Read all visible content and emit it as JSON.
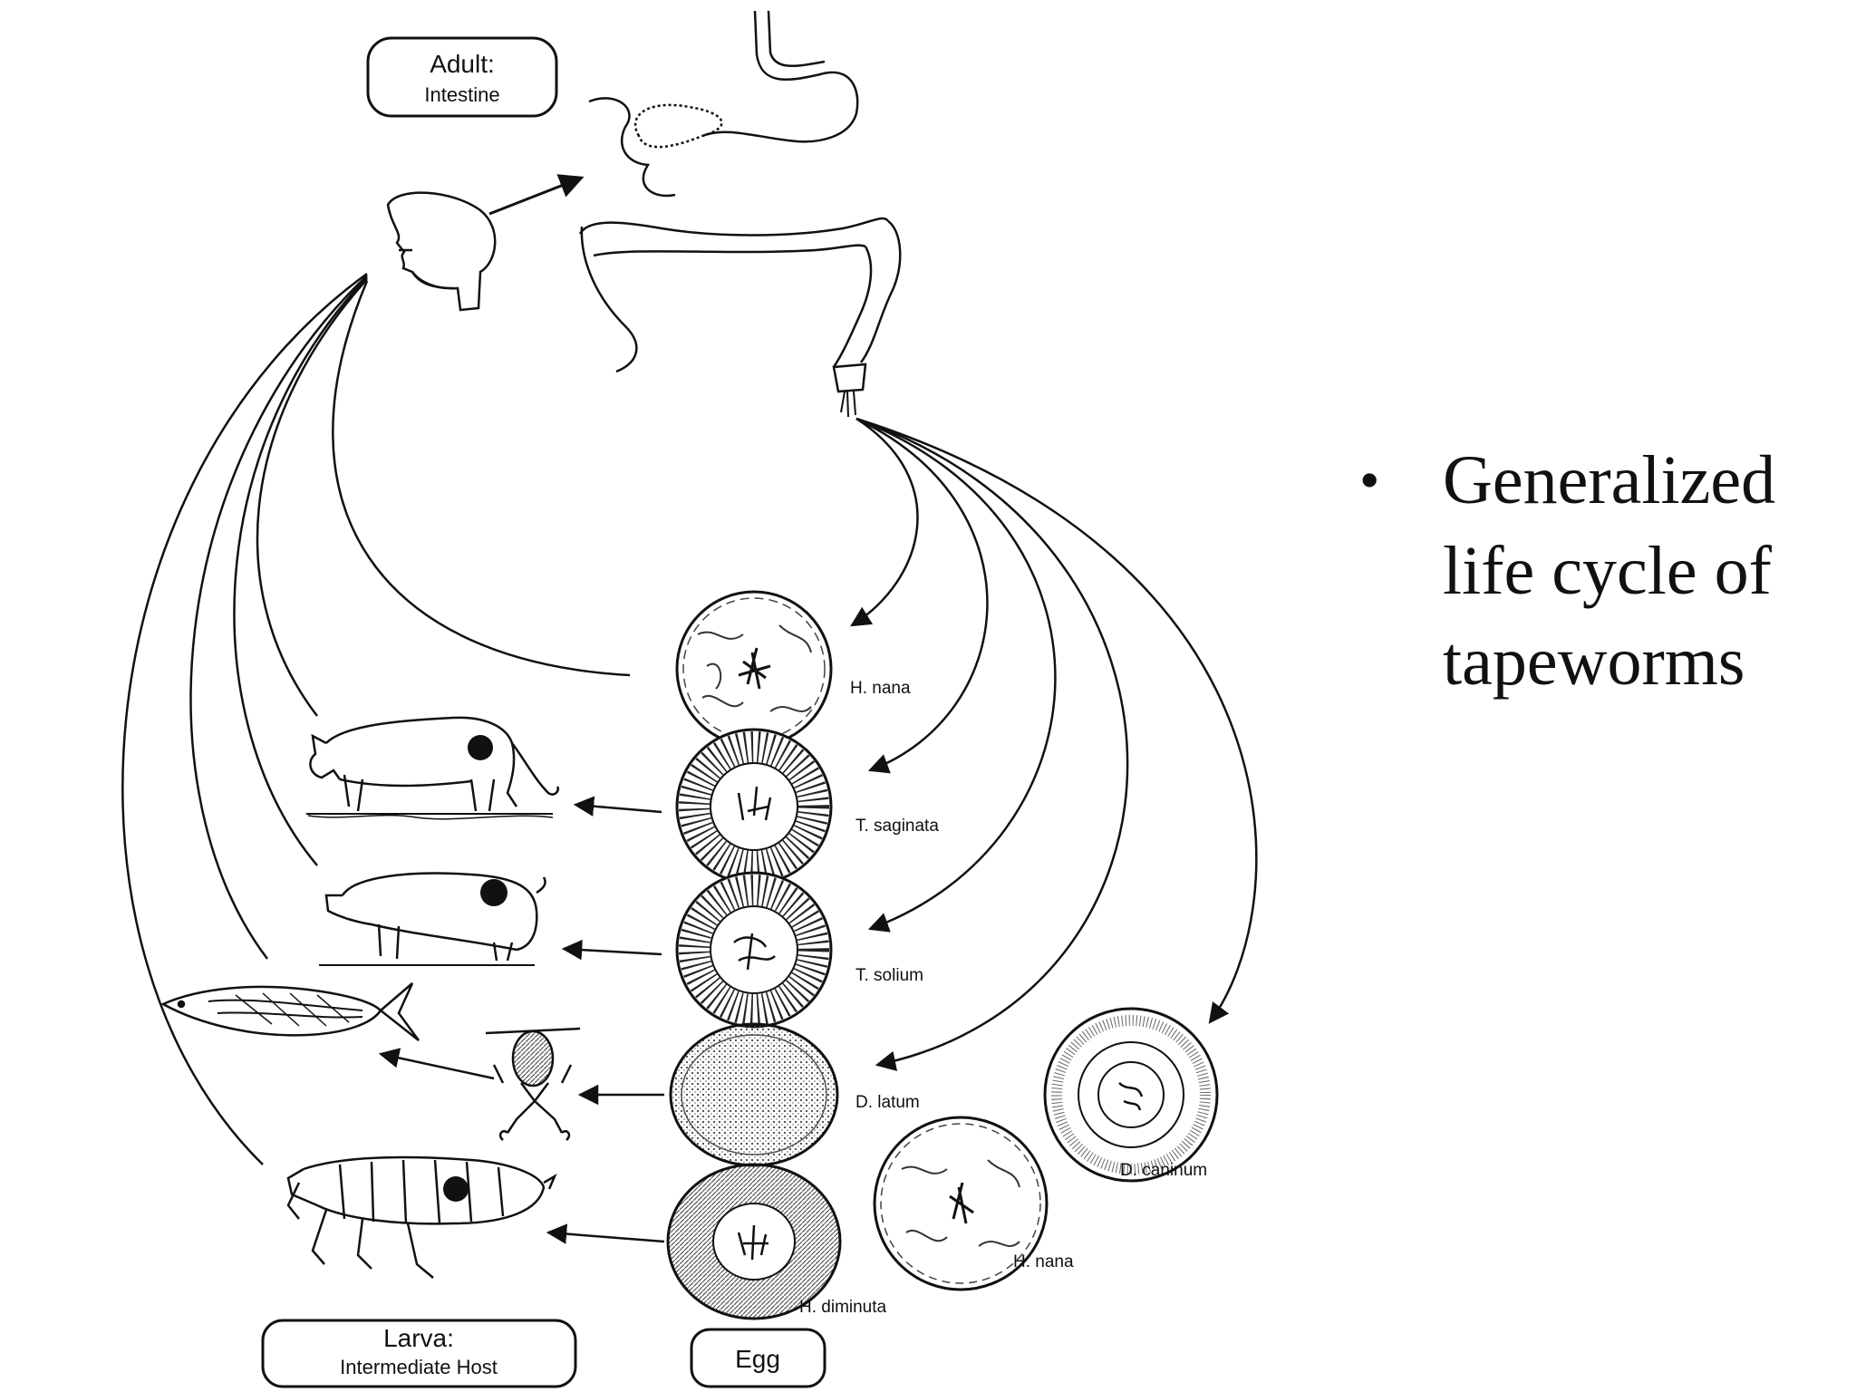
{
  "labels": {
    "adult_title": "Adult:",
    "adult_sub": "Intestine",
    "larva_title": "Larva:",
    "larva_sub": "Intermediate Host",
    "egg": "Egg"
  },
  "species": {
    "h_nana_top": "H. nana",
    "t_saginata": "T. saginata",
    "t_solium": "T. solium",
    "d_latum": "D. latum",
    "d_caninum": "D. caninum",
    "h_nana_bottom": "H. nana",
    "h_diminuta": "H. diminuta"
  },
  "bullet": {
    "symbol": "•",
    "lines": [
      "Generalized",
      "life cycle of",
      "tapeworms"
    ]
  },
  "colors": {
    "ink": "#111111",
    "background": "#ffffff"
  }
}
